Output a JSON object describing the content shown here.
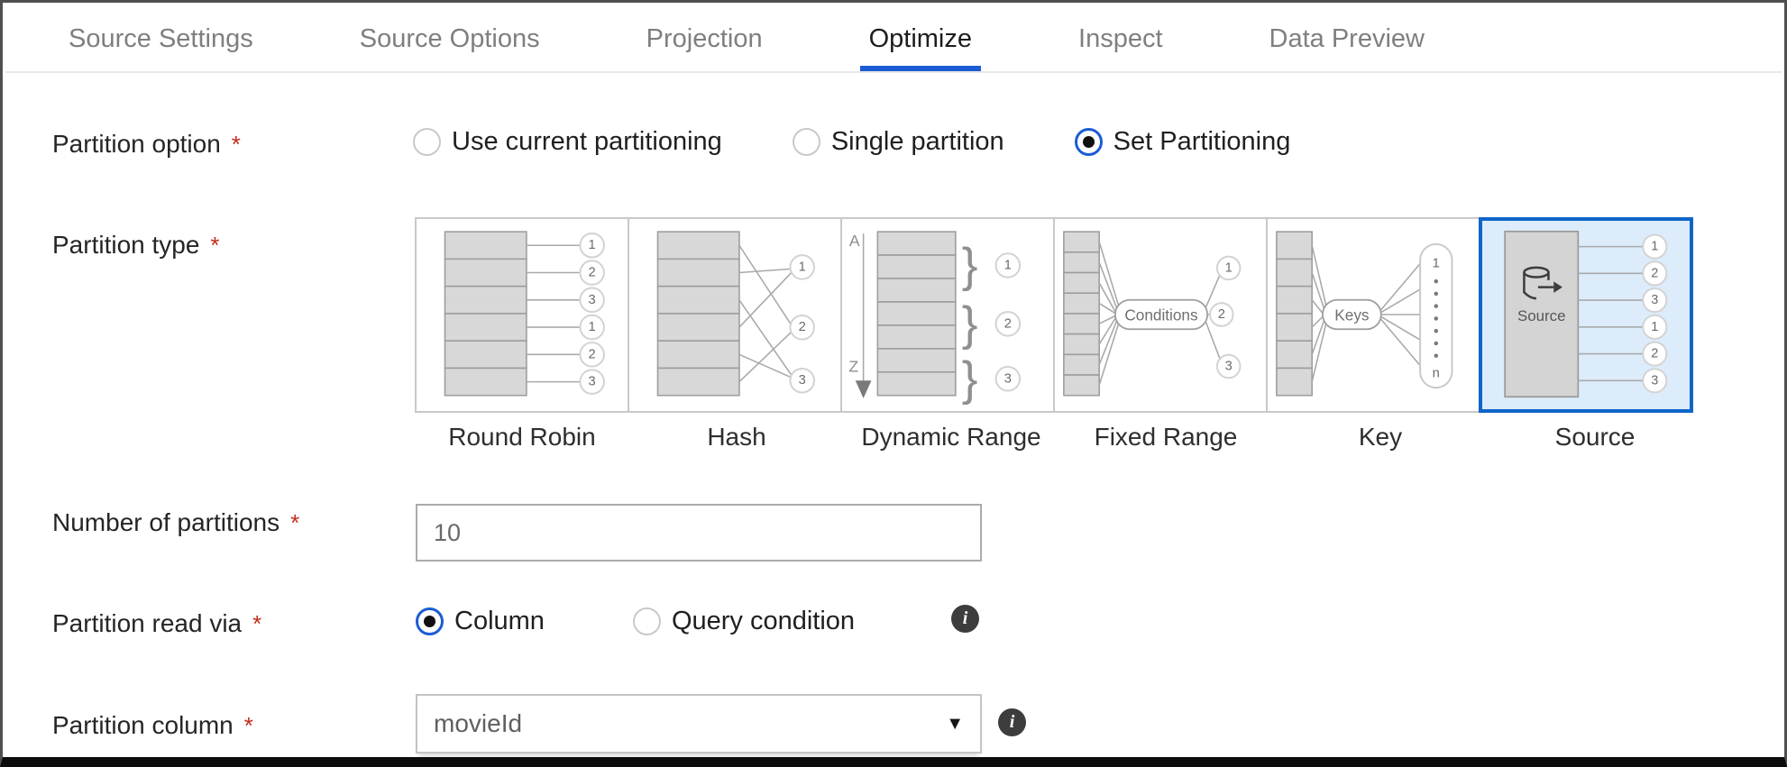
{
  "tabs": {
    "items": [
      {
        "label": "Source Settings",
        "active": false
      },
      {
        "label": "Source Options",
        "active": false
      },
      {
        "label": "Projection",
        "active": false
      },
      {
        "label": "Optimize",
        "active": true
      },
      {
        "label": "Inspect",
        "active": false
      },
      {
        "label": "Data Preview",
        "active": false
      }
    ]
  },
  "form": {
    "required_marker": "*",
    "partition_option": {
      "label": "Partition option",
      "options": [
        {
          "label": "Use current partitioning",
          "selected": false
        },
        {
          "label": "Single partition",
          "selected": false
        },
        {
          "label": "Set Partitioning",
          "selected": true
        }
      ]
    },
    "partition_type": {
      "label": "Partition type",
      "tiles": [
        {
          "label": "Round Robin",
          "selected": false
        },
        {
          "label": "Hash",
          "selected": false
        },
        {
          "label": "Dynamic Range",
          "selected": false
        },
        {
          "label": "Fixed Range",
          "selected": false
        },
        {
          "label": "Key",
          "selected": false
        },
        {
          "label": "Source",
          "selected": true
        }
      ],
      "diagrams": {
        "round_robin": {
          "outputs": [
            "1",
            "2",
            "3",
            "1",
            "2",
            "3"
          ]
        },
        "hash": {
          "outputs": [
            "1",
            "2",
            "3"
          ]
        },
        "dynamic_range": {
          "top": "A",
          "bottom": "Z",
          "outputs": [
            "1",
            "2",
            "3"
          ]
        },
        "fixed_range": {
          "pill": "Conditions",
          "outputs": [
            "1",
            "2",
            "3"
          ]
        },
        "key": {
          "pill": "Keys",
          "first": "1",
          "last": "n"
        },
        "source": {
          "box": "Source",
          "outputs": [
            "1",
            "2",
            "3",
            "1",
            "2",
            "3"
          ]
        }
      }
    },
    "number_of_partitions": {
      "label": "Number of partitions",
      "value": "10"
    },
    "partition_read_via": {
      "label": "Partition read via",
      "options": [
        {
          "label": "Column",
          "selected": true
        },
        {
          "label": "Query condition",
          "selected": false
        }
      ]
    },
    "partition_column": {
      "label": "Partition column",
      "value": "movieId"
    }
  },
  "icons": {
    "info": "i",
    "dropdown_caret": "▼",
    "brace": "}"
  },
  "colors": {
    "accent": "#1b5cd6",
    "tile_selected_border": "#0f65c8",
    "tile_selected_bg": "#dcecfb",
    "required": "#c42b1c"
  }
}
